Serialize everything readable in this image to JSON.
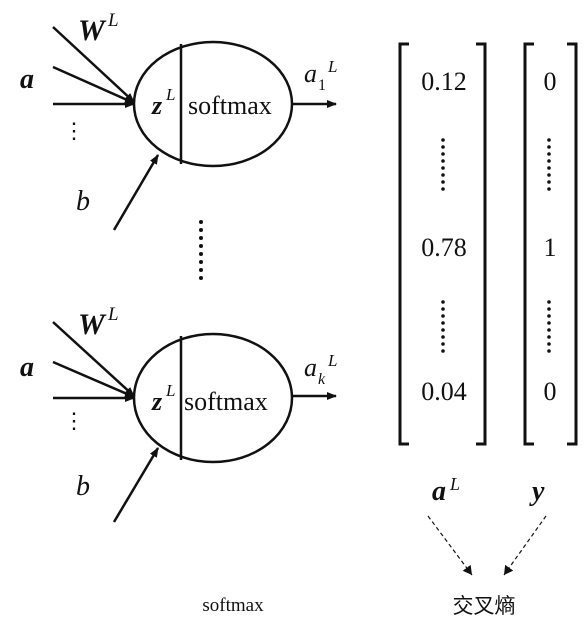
{
  "neuron_top": {
    "weight_label": "W",
    "weight_sup": "L",
    "input_label": "a",
    "input_dots": "⋮",
    "bias_label": "b",
    "z_label": "z",
    "z_sup": "L",
    "activation_label": "softmax",
    "output_label": "a",
    "output_sub": "1",
    "output_sup": "L"
  },
  "neuron_bottom": {
    "weight_label": "W",
    "weight_sup": "L",
    "input_label": "a",
    "input_dots": "⋮",
    "bias_label": "b",
    "z_label": "z",
    "z_sup": "L",
    "activation_label": "softmax",
    "output_label": "a",
    "output_sub": "k",
    "output_sup": "L"
  },
  "output_vector": {
    "values": [
      "0.12",
      "0.78",
      "0.04"
    ],
    "label": "a",
    "label_sup": "L"
  },
  "target_vector": {
    "values": [
      "0",
      "1",
      "0"
    ],
    "label": "y"
  },
  "captions": {
    "left": "softmax",
    "right": "交叉熵"
  },
  "colors": {
    "ink": "#111111",
    "background": "#ffffff"
  }
}
